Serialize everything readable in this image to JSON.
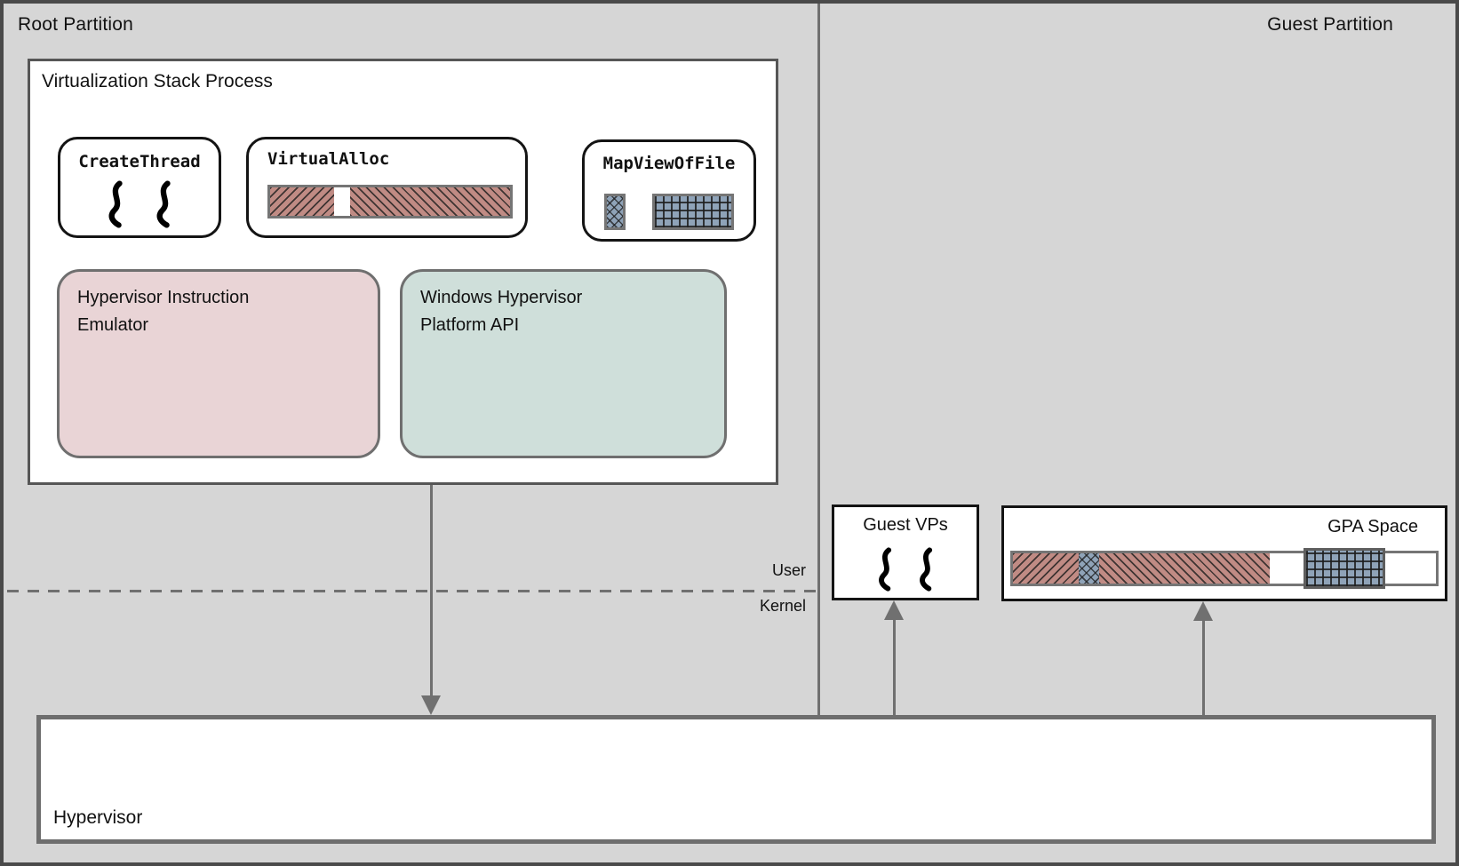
{
  "header": {
    "root_partition_label": "Root Partition",
    "guest_partition_label": "Guest Partition"
  },
  "virtualization_stack_process": {
    "title": "Virtualization Stack Process",
    "create_thread": {
      "label": "CreateThread"
    },
    "virtual_alloc": {
      "label": "VirtualAlloc"
    },
    "map_view_of_file": {
      "label": "MapViewOfFile"
    },
    "hypervisor_instruction_emulator": {
      "label": "Hypervisor Instruction Emulator"
    },
    "windows_hypervisor_platform_api": {
      "label": "Windows Hypervisor Platform API"
    }
  },
  "boundary": {
    "user_label": "User",
    "kernel_label": "Kernel"
  },
  "guest_partition": {
    "guest_vps": {
      "label": "Guest VPs"
    },
    "gpa_space": {
      "label": "GPA Space"
    }
  },
  "hypervisor": {
    "label": "Hypervisor"
  },
  "colors": {
    "background": "#d6d6d6",
    "emulator_fill": "#e9d4d6",
    "whp_api_fill": "#cfdfda",
    "memory_red": "#c08b84",
    "memory_blue": "#8fa3b8",
    "line_gray": "#707070"
  }
}
